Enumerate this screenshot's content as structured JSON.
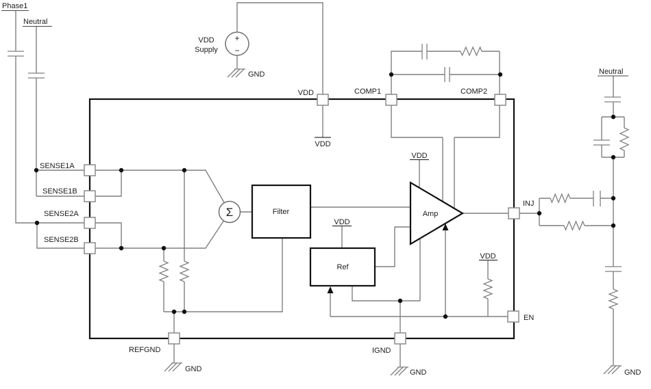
{
  "colors": {
    "background": "#ffffff",
    "wire": "#7f7f7f",
    "outline": "#111111",
    "text": "#1b1b1b",
    "pin_border": "#8a8a8a"
  },
  "external": {
    "phase1_label": "Phase1",
    "neutral_left_label": "Neutral",
    "neutral_right_label": "Neutral",
    "supply": {
      "line1": "VDD",
      "line2": "Supply",
      "plus": "+",
      "minus": "−",
      "gnd": "GND"
    },
    "grounds": {
      "refgnd": "GND",
      "ignd": "GND",
      "right": "GND"
    }
  },
  "ic": {
    "top_pins": {
      "vdd": "VDD",
      "comp1": "COMP1",
      "comp2": "COMP2"
    },
    "left_pins": {
      "sense1a": "SENSE1A",
      "sense1b": "SENSE1B",
      "sense2a": "SENSE2A",
      "sense2b": "SENSE2B"
    },
    "right_pins": {
      "inj": "INJ",
      "en": "EN"
    },
    "bottom_pins": {
      "refgnd": "REFGND",
      "ignd": "IGND"
    },
    "blocks": {
      "filter": "Filter",
      "amp": "Amp",
      "ref": "Ref",
      "summing": "Σ"
    },
    "rail_label": "VDD"
  }
}
